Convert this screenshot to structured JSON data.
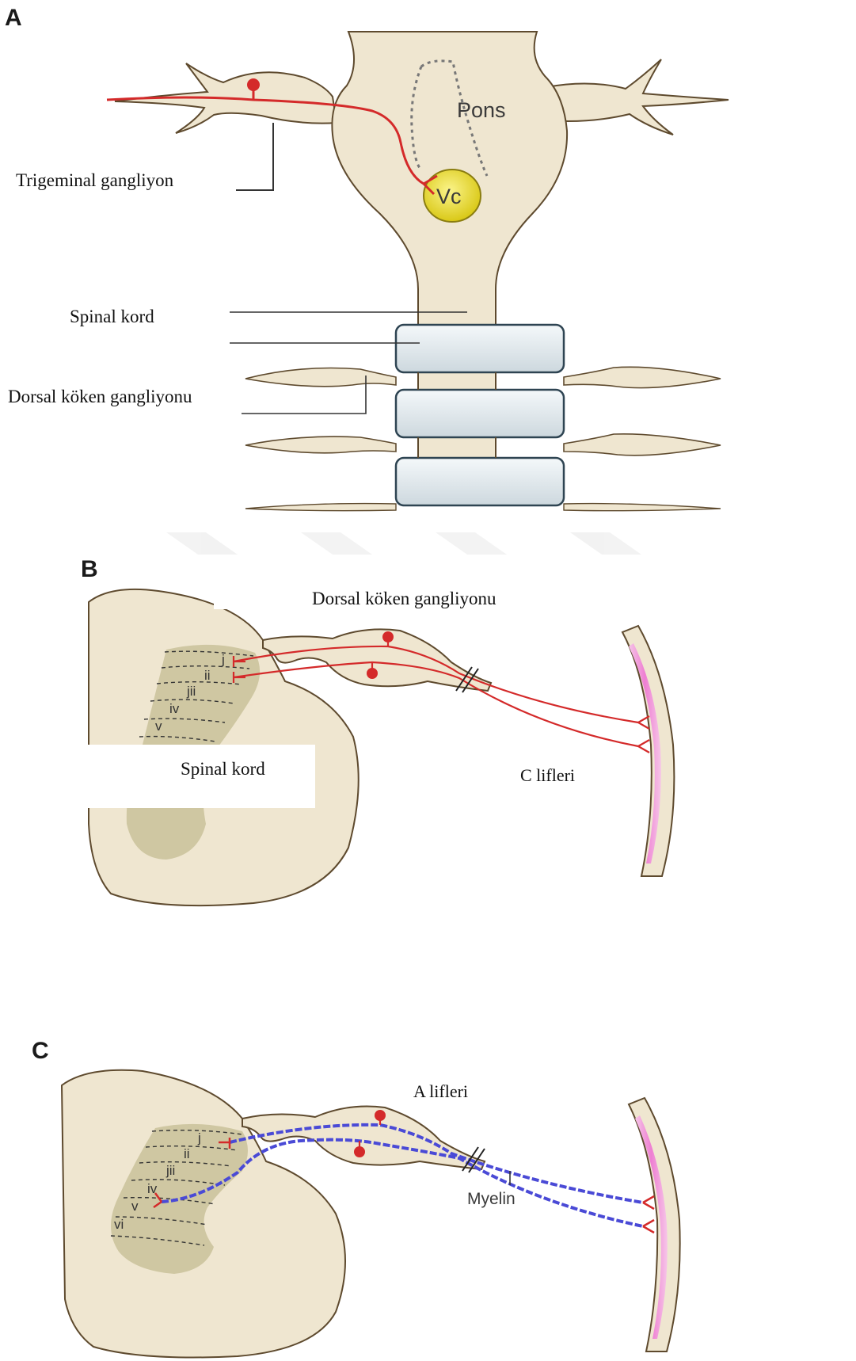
{
  "panels": [
    {
      "letter": "A",
      "labels": {
        "pons": "Pons",
        "vc": "Vc",
        "trigeminal": "Trigeminal gangliyon",
        "spinal_cord": "Spinal kord",
        "drg": "Dorsal köken gangliyonu"
      }
    },
    {
      "letter": "B",
      "laminae": [
        "j",
        "ii",
        "jii",
        "iv",
        "v"
      ],
      "labels": {
        "drg": "Dorsal köken gangliyonu",
        "spinal_cord": "Spinal kord",
        "fibers": "C lifleri"
      }
    },
    {
      "letter": "C",
      "laminae": [
        "j",
        "ii",
        "jii",
        "iv",
        "v",
        "vi"
      ],
      "labels": {
        "fibers": "A lifleri",
        "myelin": "Myelin"
      }
    }
  ],
  "colors": {
    "tissue": "#efe6d0",
    "tissue_outline": "#5e4a2e",
    "gray_matter": "#cfc7a2",
    "nerve_fiber": "#d42a2a",
    "myelin": "#4a4ad6",
    "skin": "#ee8fd6",
    "vertebra": "#e3ebef",
    "vc_nucleus": "#f2e637"
  },
  "icons": [
    "neuron-cell-body-icon",
    "synapse-terminal-icon",
    "nerve-cut-icon"
  ]
}
